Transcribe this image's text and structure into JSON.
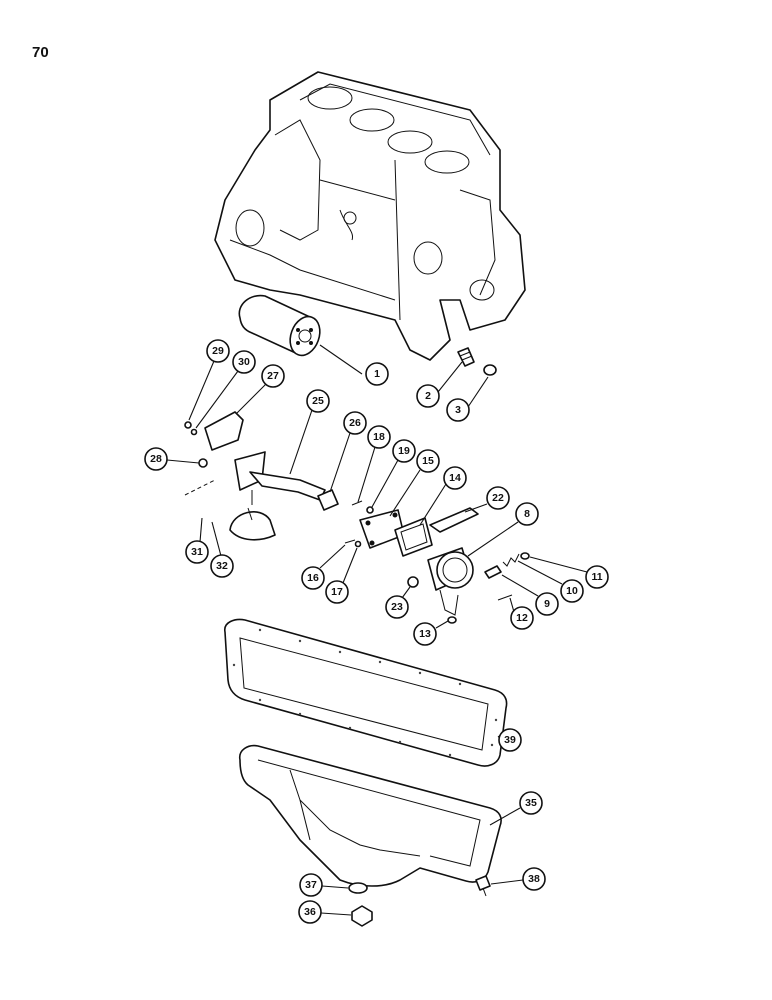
{
  "page_number": "70",
  "callouts": [
    {
      "id": "c1",
      "label": "1"
    },
    {
      "id": "c2",
      "label": "2"
    },
    {
      "id": "c3",
      "label": "3"
    },
    {
      "id": "c8",
      "label": "8"
    },
    {
      "id": "c9",
      "label": "9"
    },
    {
      "id": "c10",
      "label": "10"
    },
    {
      "id": "c11",
      "label": "11"
    },
    {
      "id": "c12",
      "label": "12"
    },
    {
      "id": "c13",
      "label": "13"
    },
    {
      "id": "c14",
      "label": "14"
    },
    {
      "id": "c15",
      "label": "15"
    },
    {
      "id": "c16",
      "label": "16"
    },
    {
      "id": "c17",
      "label": "17"
    },
    {
      "id": "c18",
      "label": "18"
    },
    {
      "id": "c19",
      "label": "19"
    },
    {
      "id": "c22",
      "label": "22"
    },
    {
      "id": "c23",
      "label": "23"
    },
    {
      "id": "c25",
      "label": "25"
    },
    {
      "id": "c26",
      "label": "26"
    },
    {
      "id": "c27",
      "label": "27"
    },
    {
      "id": "c28",
      "label": "28"
    },
    {
      "id": "c29",
      "label": "29"
    },
    {
      "id": "c30",
      "label": "30"
    },
    {
      "id": "c31",
      "label": "31"
    },
    {
      "id": "c32",
      "label": "32"
    },
    {
      "id": "c35",
      "label": "35"
    },
    {
      "id": "c36",
      "label": "36"
    },
    {
      "id": "c37",
      "label": "37"
    },
    {
      "id": "c38",
      "label": "38"
    },
    {
      "id": "c39",
      "label": "39"
    }
  ]
}
